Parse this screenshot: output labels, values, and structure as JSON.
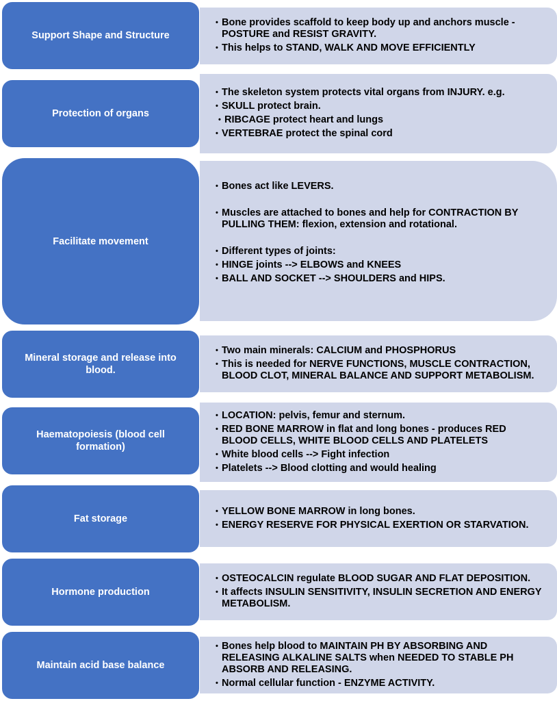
{
  "rows": [
    {
      "label": "Support Shape and Structure",
      "bullets": [
        "Bone provides scaffold to keep body up and anchors muscle - POSTURE and RESIST GRAVITY.",
        "This helps to STAND, WALK AND MOVE EFFICIENTLY"
      ]
    },
    {
      "label": "Protection of organs",
      "bullets": [
        " The skeleton system protects vital organs from INJURY. e.g.",
        "SKULL protect brain.",
        "RIBCAGE protect heart and lungs",
        "VERTEBRAE protect the spinal cord"
      ]
    },
    {
      "label": "Facilitate movement",
      "bullets": [
        "Bones act like LEVERS.",
        "Muscles are attached to bones and help for CONTRACTION BY PULLING THEM:  flexion, extension and rotational.",
        "Different types of joints:",
        "HINGE joints --> ELBOWS and KNEES",
        "BALL AND SOCKET --> SHOULDERS and HIPS."
      ]
    },
    {
      "label": "Mineral storage and release into blood.",
      "bullets": [
        "Two main minerals: CALCIUM and PHOSPHORUS",
        "This is needed for NERVE FUNCTIONS, MUSCLE CONTRACTION, BLOOD CLOT, MINERAL BALANCE AND SUPPORT METABOLISM."
      ]
    },
    {
      "label": "Haematopoiesis (blood cell formation)",
      "bullets": [
        "LOCATION: pelvis, femur and sternum.",
        "RED BONE MARROW in flat and long bones - produces RED BLOOD CELLS, WHITE BLOOD CELLS AND PLATELETS",
        "White blood cells --> Fight infection",
        "Platelets --> Blood clotting and would healing"
      ]
    },
    {
      "label": "Fat storage",
      "bullets": [
        "YELLOW BONE MARROW in long bones.",
        "ENERGY RESERVE FOR PHYSICAL EXERTION OR STARVATION."
      ]
    },
    {
      "label": "Hormone production",
      "bullets": [
        "OSTEOCALCIN regulate BLOOD SUGAR AND FLAT DEPOSITION.",
        "It affects INSULIN SENSITIVITY, INSULIN SECRETION AND ENERGY METABOLISM."
      ]
    },
    {
      "label": "Maintain acid base balance",
      "bullets": [
        "Bones help blood to MAINTAIN PH BY ABSORBING AND RELEASING ALKALINE SALTS when NEEDED TO STABLE PH ABSORB AND RELEASING.",
        "Normal cellular function - ENZYME ACTIVITY."
      ]
    }
  ]
}
